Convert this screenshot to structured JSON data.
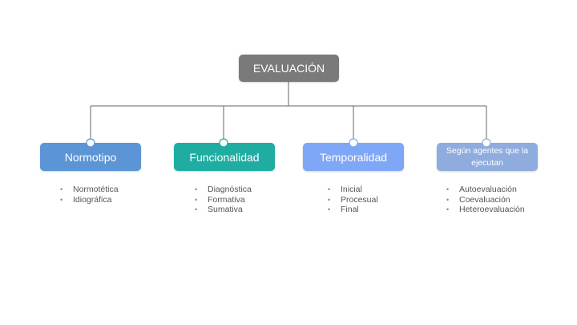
{
  "diagram": {
    "root": {
      "label": "EVALUACIÓN",
      "color": "#7a7a7a"
    },
    "categories": [
      {
        "label": "Normotipo",
        "color": "#5b95d6",
        "items": [
          "Normotética",
          "Idiográfica"
        ]
      },
      {
        "label": "Funcionalidad",
        "color": "#1fada2",
        "items": [
          "Diagnóstica",
          "Formativa",
          "Sumativa"
        ]
      },
      {
        "label": "Temporalidad",
        "color": "#7ea7f7",
        "items": [
          "Inicial",
          "Procesual",
          "Final"
        ]
      },
      {
        "label": "Según agentes que la ejecutan",
        "color": "#8facde",
        "items": [
          "Autoevaluación",
          "Coevaluación",
          "Heteroevaluación"
        ]
      }
    ],
    "line_color": "#666666"
  }
}
